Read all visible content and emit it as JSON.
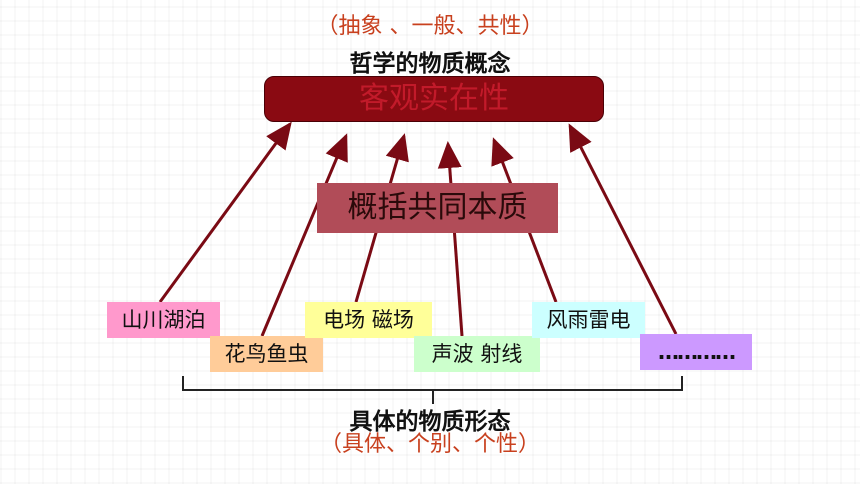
{
  "header": {
    "subtitle": "（抽象 、一般、共性）",
    "title": "哲学的物质概念"
  },
  "main_box": {
    "label": "客观实在性"
  },
  "middle_box": {
    "label": "概括共同本质"
  },
  "items": [
    {
      "label": "山川湖泊",
      "color": "#ff99cc"
    },
    {
      "label": "花鸟鱼虫",
      "color": "#ffcc99"
    },
    {
      "label": "电场  磁场",
      "color": "#ffff99"
    },
    {
      "label": "声波  射线",
      "color": "#ccffcc"
    },
    {
      "label": "风雨雷电",
      "color": "#ccffff"
    },
    {
      "label": "…………",
      "color": "#cc99ff"
    }
  ],
  "footer": {
    "title": "具体的物质形态",
    "subtitle": "（具体、个别、个性）"
  },
  "colors": {
    "arrow": "#7a0a14",
    "main_box": "#8a0a12",
    "middle_box": "#b14c58",
    "accent_text": "#c8401e"
  }
}
